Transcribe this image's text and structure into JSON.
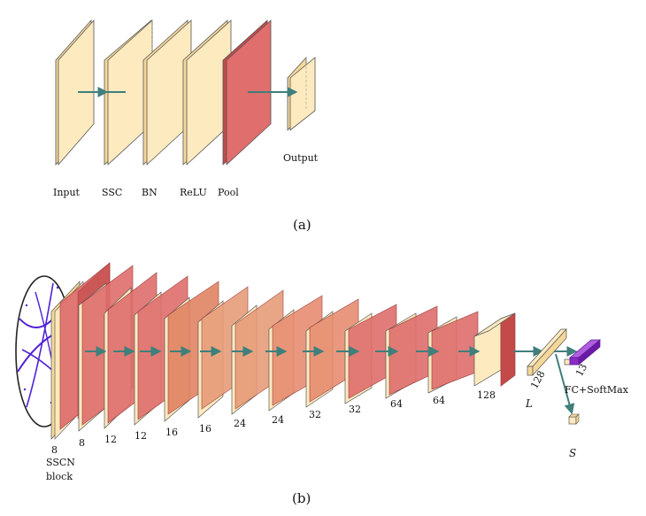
{
  "colors": {
    "cream": "#fdeabf",
    "cream_side": "#f5d79a",
    "red": "#df6e6c",
    "red_dark": "#c44a4a",
    "orange": "#e69a76",
    "arrow": "#3f7f7c",
    "purple": "#8a2bc7",
    "wire": "#4f22d6"
  },
  "panel_a": {
    "caption": "(a)",
    "labels": {
      "input": "Input",
      "ssc": "SSC",
      "bn": "BN",
      "relu": "ReLU",
      "pool": "Pool",
      "output": "Output"
    }
  },
  "panel_b": {
    "caption": "(b)",
    "block_label_1": "SSCN",
    "block_label_2": "block",
    "channel_labels": [
      "8",
      "8",
      "12",
      "12",
      "16",
      "16",
      "24",
      "24",
      "32",
      "32",
      "64",
      "64",
      "128"
    ],
    "fc_label": "128",
    "out_label": "13",
    "l_label": "L",
    "s_label": "S",
    "softmax_label": "FC+SoftMax"
  }
}
